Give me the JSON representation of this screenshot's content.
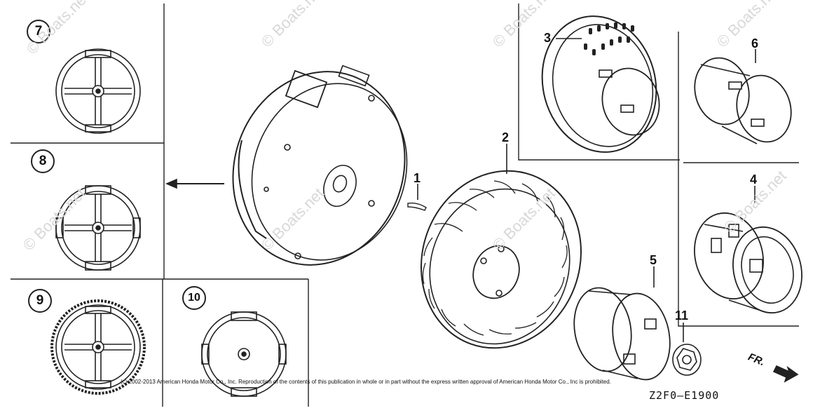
{
  "callouts": {
    "c7": "7",
    "c8": "8",
    "c9": "9",
    "c10": "10"
  },
  "labels": {
    "p1": "1",
    "p2": "2",
    "p3": "3",
    "p4": "4",
    "p5": "5",
    "p6": "6",
    "p11": "11"
  },
  "watermark": "© Boats.net",
  "copyright": "(c) 2002-2013 American Honda Motor Co., Inc. Reproduction of the contents of this publication in whole or in part without the express written approval of American Honda Motor Co., Inc is prohibited.",
  "diagram_code": "Z2F0—E1900",
  "direction_label": "FR.",
  "colors": {
    "line": "#222222",
    "background": "#ffffff",
    "watermark": "#d8d8d8"
  }
}
